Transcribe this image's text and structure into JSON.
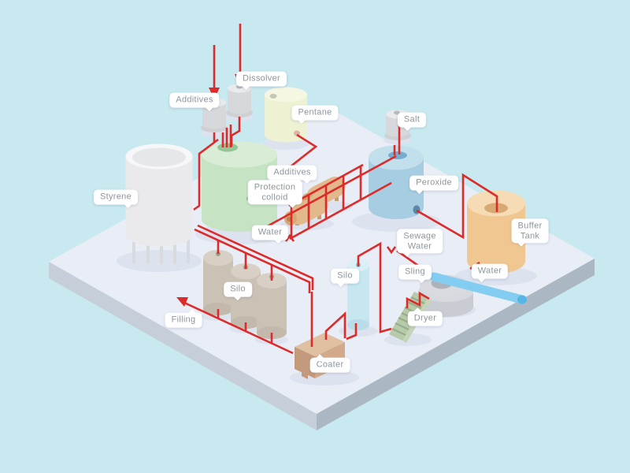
{
  "diagram": {
    "type": "isometric-process-flow",
    "labels": {
      "additives_top": "Additives",
      "dissolver": "Dissolver",
      "pentane": "Pentane",
      "salt": "Salt",
      "styrene": "Styrene",
      "additives_mid": "Additives",
      "protection_colloid": "Protection\ncolloid",
      "peroxide": "Peroxide",
      "buffer_tank": "Buffer\nTank",
      "water_mid": "Water",
      "sewage_water": "Sewage\nWater",
      "sling": "Sling",
      "water_right": "Water",
      "silo_left": "Silo",
      "silo_center": "Silo",
      "filling": "Filling",
      "dryer": "Dryer",
      "coater": "Coater"
    },
    "colors": {
      "background": "#c9e9f0",
      "platform_top": "#e9edf6",
      "platform_side_left": "#c6cfd9",
      "platform_side_right": "#abb8c4",
      "pipe_red": "#dc2b2b",
      "label_text": "#8d959d",
      "styrene_tank": "#eaeaed",
      "dissolver_tank": "#c6e3c3",
      "pentane_tank": "#eef2d2",
      "hopper_gray": "#d7d8db",
      "peroxide_tank": "#a6cde2",
      "buffer_tank": "#f0c791",
      "vessel_tan": "#e3b98b",
      "silo_tan": "#cbc2b6",
      "silo_blue": "#c6e7f0",
      "coater_box": "#c49a7d",
      "dryer_ramp": "#b7cbaa",
      "sling_gray": "#d9dbe0",
      "water_tube": "#82cdf1",
      "shadow": "#dde2ef"
    }
  }
}
